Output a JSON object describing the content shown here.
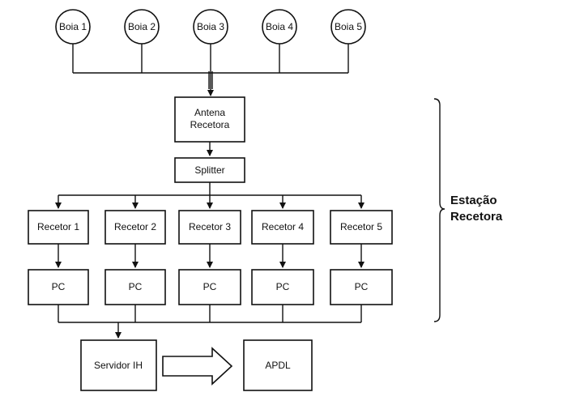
{
  "buoys": [
    "Boia 1",
    "Boia 2",
    "Boia 3",
    "Boia 4",
    "Boia 5"
  ],
  "antenna": {
    "line1": "Antena",
    "line2": "Recetora"
  },
  "splitter": "Splitter",
  "receivers": [
    "Recetor 1",
    "Recetor 2",
    "Recetor 3",
    "Recetor 4",
    "Recetor 5"
  ],
  "pcs": [
    "PC",
    "PC",
    "PC",
    "PC",
    "PC"
  ],
  "server": "Servidor IH",
  "apdl": "APDL",
  "station": {
    "line1": "Estação",
    "line2": "Recetora"
  }
}
